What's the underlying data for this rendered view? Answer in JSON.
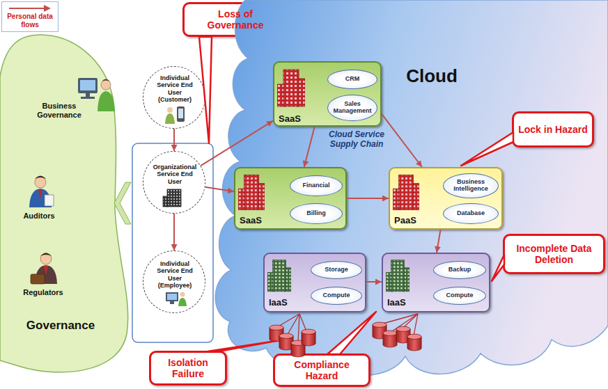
{
  "diagram": {
    "nodes": [
      {
        "text": [
          "Business Governance",
          "Auditors",
          "Regulators",
          "Governance"
        ]
      },
      {
        "text": [
          "Loss of Governance"
        ]
      },
      {
        "text": [
          "Individual Service End User (Customer)"
        ]
      },
      {
        "text": [
          "Organizational Service End User"
        ]
      },
      {
        "text": [
          "Individual Service End User (Employee)"
        ]
      },
      {
        "text": [
          "Cloud",
          "Cloud Service Supply Chain"
        ]
      },
      {
        "text": [
          "SaaS"
        ],
        "in": 5
      },
      {
        "text": [
          "CRM"
        ],
        "in": 6
      },
      {
        "text": [
          "Sales Management"
        ],
        "in": 6
      },
      {
        "text": [
          "Lock in Hazard"
        ]
      },
      {
        "text": [
          "SaaS"
        ],
        "in": 5
      },
      {
        "text": [
          "Financial"
        ],
        "in": 10
      },
      {
        "text": [
          "Billing"
        ],
        "in": 10
      },
      {
        "text": [
          "PaaS"
        ],
        "in": 5
      },
      {
        "text": [
          "Business Intelligence"
        ],
        "in": 13
      },
      {
        "text": [
          "Database"
        ],
        "in": 13
      },
      {
        "text": [
          "Incomplete Data Deletion"
        ]
      },
      {
        "text": [
          "IaaS"
        ],
        "in": 5
      },
      {
        "text": [
          "Storage"
        ],
        "in": 17
      },
      {
        "text": [
          "Compute"
        ],
        "in": 17
      },
      {
        "text": [
          "IaaS"
        ],
        "in": 5
      },
      {
        "text": [
          "Backup"
        ],
        "in": 20
      },
      {
        "text": [
          "Compute"
        ],
        "in": 20
      },
      {
        "text": [
          "Isolation Failure"
        ]
      },
      {
        "text": [
          "Compliance Hazard"
        ]
      }
    ],
    "edges": [
      {
        "from": 2,
        "to": 3,
        "arrow": "to"
      },
      {
        "from": 3,
        "to": 4,
        "arrow": "to"
      },
      {
        "from": 3,
        "to": 6,
        "arrow": "to"
      },
      {
        "from": 3,
        "to": 10,
        "arrow": "to"
      },
      {
        "from": 6,
        "to": 10,
        "arrow": "to"
      },
      {
        "from": 6,
        "to": 13,
        "arrow": "to"
      },
      {
        "from": 10,
        "to": 13,
        "arrow": "to"
      },
      {
        "from": 13,
        "to": 20,
        "arrow": "to"
      },
      {
        "from": 17,
        "to": 20,
        "arrow": "to"
      }
    ],
    "legend": [
      {
        "text": "Personal data flows"
      }
    ]
  }
}
